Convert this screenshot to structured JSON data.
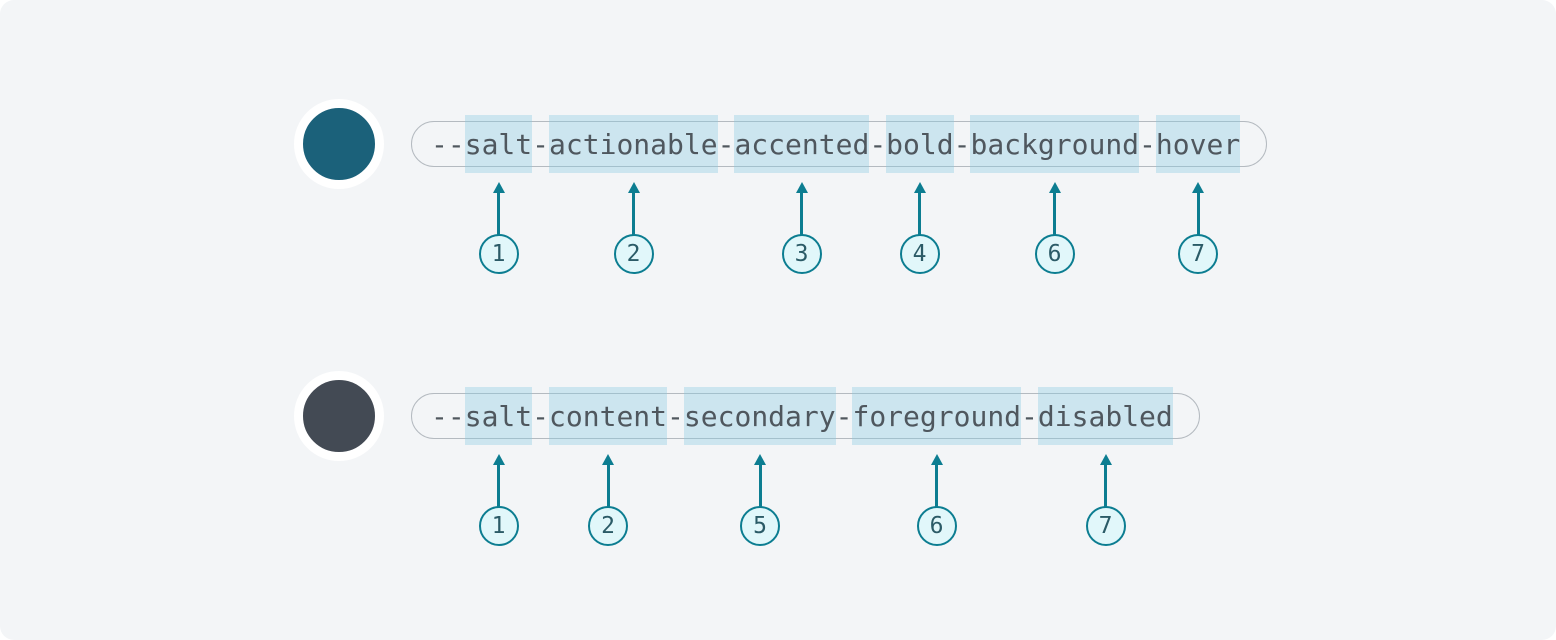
{
  "colors": {
    "panel_bg": "#f3f5f7",
    "accent": "#0c7d91",
    "highlight": "rgba(136, 202, 224, 0.36)",
    "badge_bg": "#e1f7fa",
    "badge_text": "#2b5b67",
    "token_text": "#4f575e",
    "pill_border": "#b4bac0"
  },
  "rows": [
    {
      "name": "actionable-token",
      "swatch_color": "#1b617a",
      "token": "--salt-actionable-accented-bold-background-hover",
      "segments": [
        {
          "text": "--",
          "highlighted": false
        },
        {
          "text": "salt",
          "highlighted": true,
          "number": "1"
        },
        {
          "text": "-",
          "highlighted": false
        },
        {
          "text": "actionable",
          "highlighted": true,
          "number": "2"
        },
        {
          "text": "-",
          "highlighted": false
        },
        {
          "text": "accented",
          "highlighted": true,
          "number": "3"
        },
        {
          "text": "-",
          "highlighted": false
        },
        {
          "text": "bold",
          "highlighted": true,
          "number": "4"
        },
        {
          "text": "-",
          "highlighted": false
        },
        {
          "text": "background",
          "highlighted": true,
          "number": "6"
        },
        {
          "text": "-",
          "highlighted": false
        },
        {
          "text": "hover",
          "highlighted": true,
          "number": "7"
        }
      ]
    },
    {
      "name": "content-token",
      "swatch_color": "#434a54",
      "token": "--salt-content-secondary-foreground-disabled",
      "segments": [
        {
          "text": "--",
          "highlighted": false
        },
        {
          "text": "salt",
          "highlighted": true,
          "number": "1"
        },
        {
          "text": "-",
          "highlighted": false
        },
        {
          "text": "content",
          "highlighted": true,
          "number": "2"
        },
        {
          "text": "-",
          "highlighted": false
        },
        {
          "text": "secondary",
          "highlighted": true,
          "number": "5"
        },
        {
          "text": "-",
          "highlighted": false
        },
        {
          "text": "foreground",
          "highlighted": true,
          "number": "6"
        },
        {
          "text": "-",
          "highlighted": false
        },
        {
          "text": "disabled",
          "highlighted": true,
          "number": "7"
        }
      ]
    }
  ]
}
